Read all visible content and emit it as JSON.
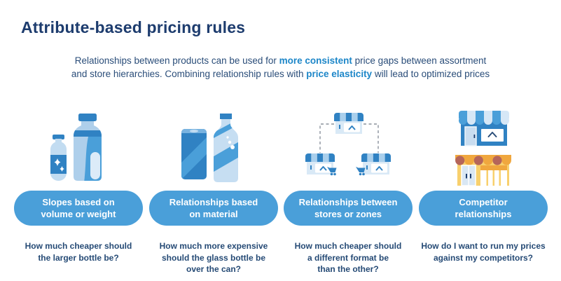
{
  "page": {
    "background": "#ffffff"
  },
  "header": {
    "title": "Attribute-based pricing rules"
  },
  "subtitle": {
    "line1_pre": "Relationships between products can be used for ",
    "line1_bold": "more consistent",
    "line1_post": " price gaps between assortment",
    "line2_pre": "and store hierarchies. Combining relationship rules with ",
    "line2_bold": "price elasticity",
    "line2_post": " will lead to optimized prices"
  },
  "colors": {
    "title_navy": "#1d3c6e",
    "body_navy": "#2a4d79",
    "highlight_blue": "#1c86c8",
    "pill_blue": "#4a9fd9",
    "icon_dark_blue": "#3082c3",
    "icon_mid_blue": "#4a9fd9",
    "icon_light_blue": "#c2dcf1",
    "store_yellow": "#f8d06d",
    "store_orange": "#f0a73e",
    "store_awning_red": "#b5655a",
    "dashed_line_gray": "#8a929c"
  },
  "columns": [
    {
      "icon": "bottles-icon",
      "pill_lines": [
        "Slopes based on",
        "volume or weight"
      ],
      "question_lines": [
        "How much cheaper should",
        "the larger bottle be?"
      ]
    },
    {
      "icon": "can-and-glass-bottle-icon",
      "pill_lines": [
        "Relationships based",
        "on material"
      ],
      "question_lines": [
        "How much more expensive",
        "should the glass bottle be",
        "over the can?"
      ]
    },
    {
      "icon": "store-hierarchy-icon",
      "pill_lines": [
        "Relationships between",
        "stores or zones"
      ],
      "question_lines": [
        "How much cheaper should",
        "a different format be",
        "than the other?"
      ]
    },
    {
      "icon": "competitor-stores-icon",
      "pill_lines": [
        "Competitor",
        "relationships"
      ],
      "question_lines": [
        "How do I want to run my prices",
        "against my competitors?"
      ]
    }
  ]
}
